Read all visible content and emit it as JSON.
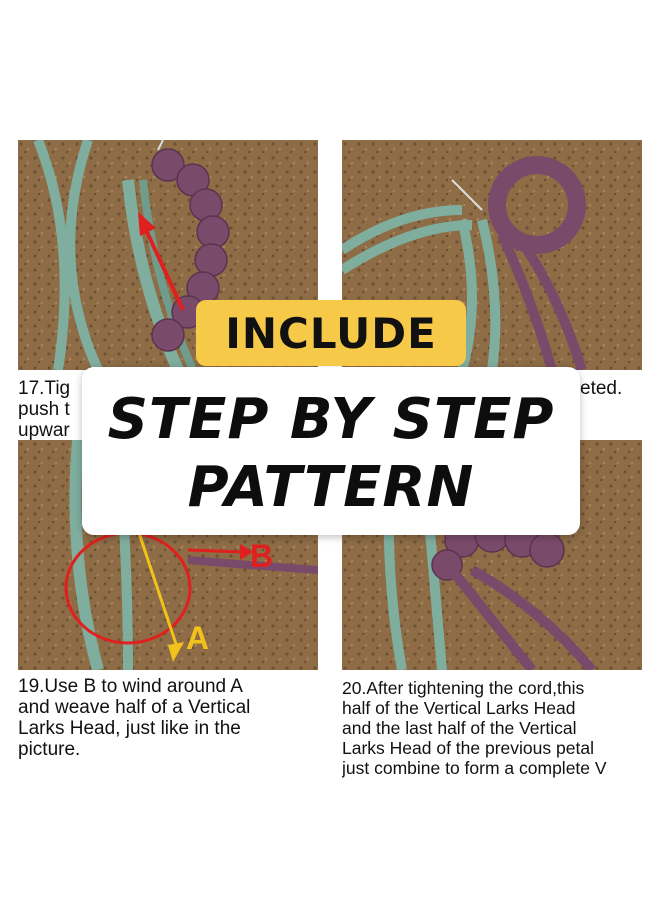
{
  "badge": {
    "label": "INCLUDE"
  },
  "card": {
    "line1": "STEP BY STEP",
    "line2": "PATTERN"
  },
  "steps": [
    {
      "caption": "17.Tig\npush t\nupwar"
    },
    {
      "caption": "eted."
    },
    {
      "caption": "19.Use B to wind around A\nand weave half of a Vertical\nLarks Head, just like in the\npicture.",
      "labels": [
        "B",
        "A"
      ]
    },
    {
      "caption": "20.After tightening the cord,this\nhalf of the Vertical Larks Head\nand the last half of the Vertical\nLarks Head of the previous petal\njust combine to form a complete V"
    }
  ],
  "colors": {
    "cork": "#8a6a45",
    "green_cord": "#7fae9e",
    "purple_cord": "#7a4a6a",
    "badge": "#f7c948",
    "red": "#e0201f",
    "yellow": "#f2c21a"
  }
}
